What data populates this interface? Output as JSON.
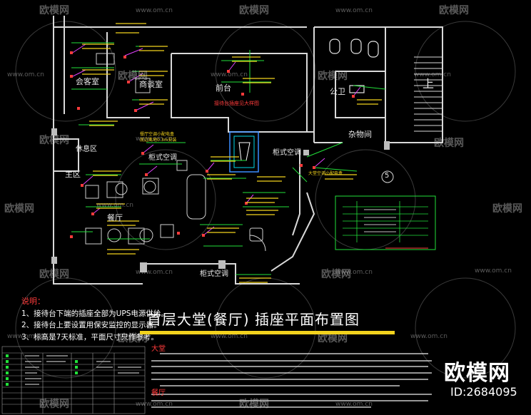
{
  "watermark": {
    "brand": "欧模网",
    "url": "www.om.cn"
  },
  "rooms": {
    "meeting": "会客室",
    "meeting2": "商谈室",
    "reception": "前台",
    "restroom": "公卫",
    "storage": "杂物间",
    "waiting": "休息区",
    "host": "主区",
    "restaurant": "餐厅",
    "cabinet_ac": "柜式空调",
    "cabinet_ac2": "柜式空调",
    "cabinet_ac3": "柜式空调",
    "up": "上",
    "axis": "5"
  },
  "annotations": {
    "ups_socket": "餐厅空调小配电盒",
    "ups_socket_height": "底边离地0.3m安装",
    "kitchen_box": "大堂空调小配电盒",
    "reception_label": "接待台插座见大样图"
  },
  "notes": {
    "title": "说明：",
    "items": [
      "1、接待台下端的插座全部为UPS电源供给。",
      "2、接待台上要设置用保安监控的显示器。",
      "3、标高是7天标准，平面尺寸只作参考。"
    ]
  },
  "title": "首层大堂(餐厅) 插座平面布置图",
  "sections": {
    "lobby": "大堂",
    "restaurant": "餐厅"
  },
  "brand_id": "ID:2684095",
  "colors": {
    "wall": "#d9d9d9",
    "green": "#22e03a",
    "yellow": "#f2d21d",
    "red": "#ff3b3b",
    "magenta": "#e040fb",
    "cyan": "#00d8e8",
    "blue": "#3a8dff"
  }
}
